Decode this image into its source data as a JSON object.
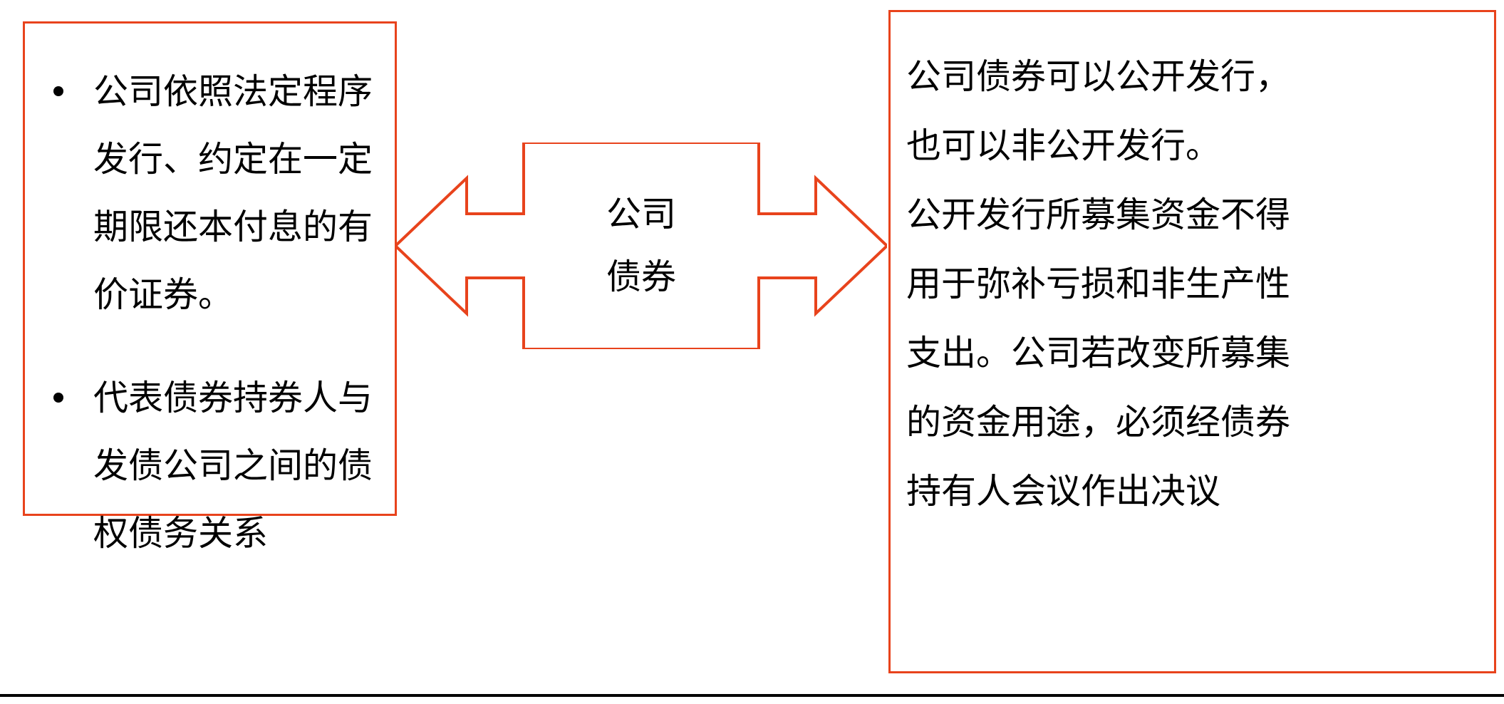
{
  "colors": {
    "accent_orange": "#e8431c",
    "text_black": "#000000",
    "background": "#ffffff"
  },
  "left_box": {
    "bullets": [
      "公司依照法定程序\n发行、约定在一定\n期限还本付息的有\n价证券。",
      "代表债券持券人与\n发债公司之间的债\n权债务关系"
    ]
  },
  "center_arrow": {
    "label_line_1": "公司",
    "label_line_2": "债券",
    "direction": "double-horizontal"
  },
  "right_box": {
    "paragraph": "公司债券可以公开发行，\n也可以非公开发行。\n公开发行所募集资金不得\n用于弥补亏损和非生产性\n支出。公司若改变所募集\n的资金用途，必须经债券\n持有人会议作出决议"
  }
}
